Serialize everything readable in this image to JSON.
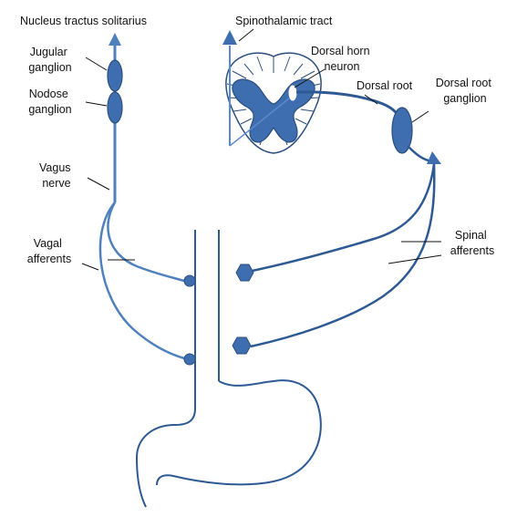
{
  "labels": {
    "nucleus_tractus_solitarius": "Nucleus tractus solitarius",
    "spinothalamic_tract": "Spinothalamic tract",
    "jugular_ganglion": [
      "Jugular",
      "ganglion"
    ],
    "nodose_ganglion": [
      "Nodose",
      "ganglion"
    ],
    "dorsal_horn_neuron": [
      "Dorsal horn",
      "neuron"
    ],
    "dorsal_root": "Dorsal root",
    "dorsal_root_ganglion": [
      "Dorsal root",
      "ganglion"
    ],
    "vagus_nerve": [
      "Vagus",
      "nerve"
    ],
    "vagal_afferents": [
      "Vagal",
      "afferents"
    ],
    "spinal_afferents": [
      "Spinal",
      "afferents"
    ]
  },
  "colors": {
    "vagal_line": "#4f81bd",
    "spinal_line": "#2e5a94",
    "ganglion_fill": "#3f6eb0",
    "outline": "#2b4f7e",
    "grey_matter": "#3f6eb0"
  }
}
